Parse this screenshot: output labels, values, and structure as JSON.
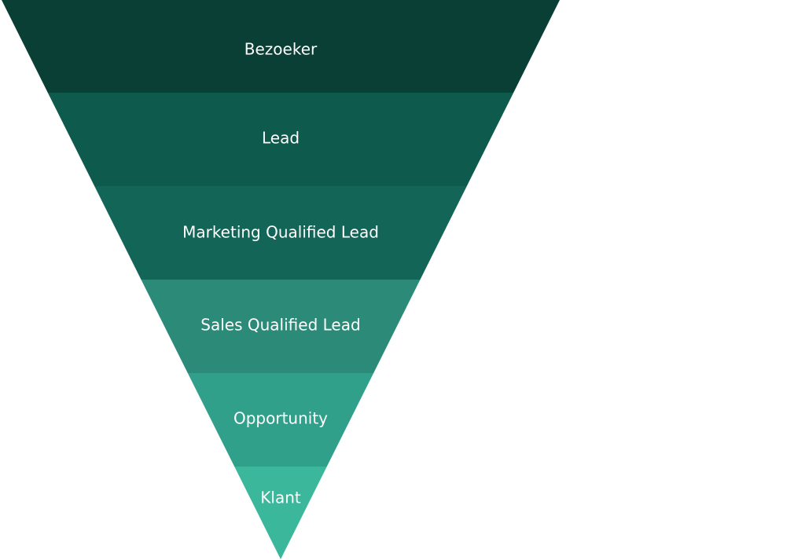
{
  "funnel": {
    "stages": [
      {
        "label": "Bezoeker",
        "color": "#0a3f35"
      },
      {
        "label": "Lead",
        "color": "#0e5a4c"
      },
      {
        "label": "Marketing Qualified Lead",
        "color": "#136557"
      },
      {
        "label": "Sales Qualified Lead",
        "color": "#2b8b78"
      },
      {
        "label": "Opportunity",
        "color": "#30a08a"
      },
      {
        "label": "Klant",
        "color": "#3bb79c"
      }
    ]
  }
}
